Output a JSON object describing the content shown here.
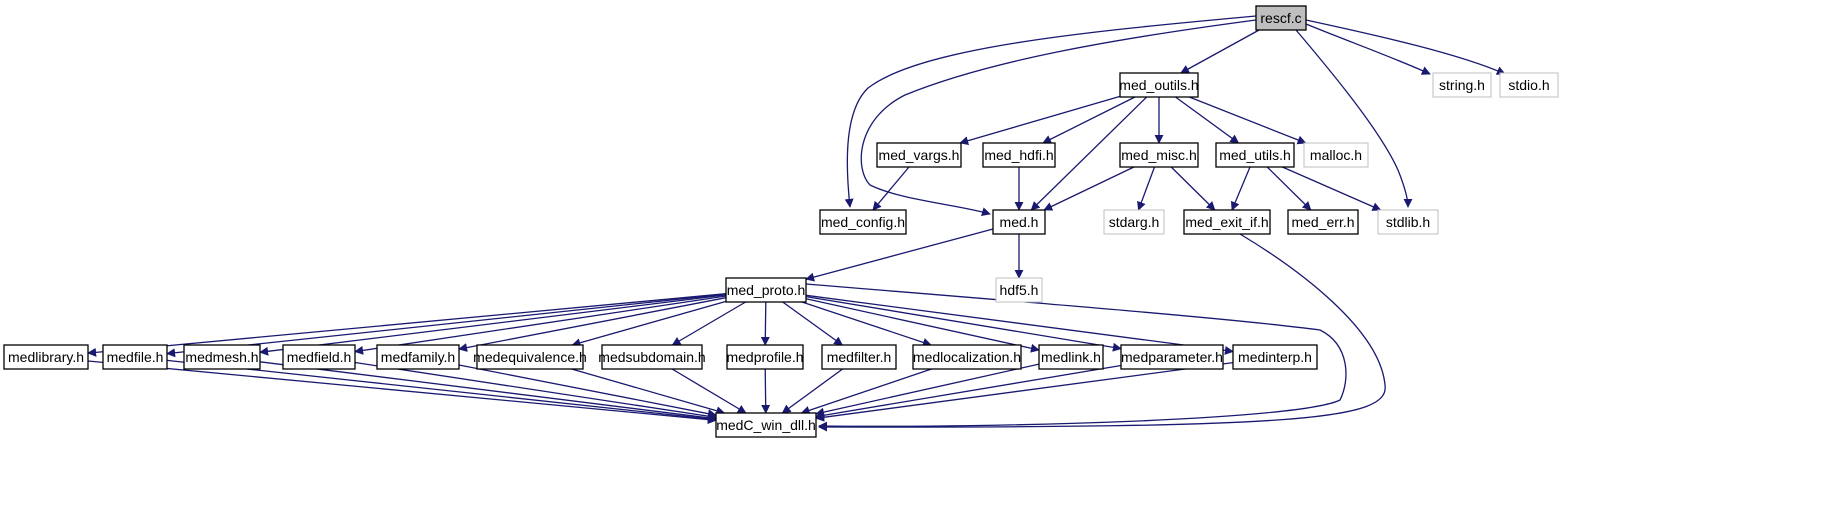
{
  "graph": {
    "edge_color": "#191970",
    "root_fill": "#bfbfbf",
    "external_border": "#bfbfbf",
    "nodes": [
      {
        "id": "rescf_c",
        "label": "rescf.c",
        "kind": "root"
      },
      {
        "id": "med_outils_h",
        "label": "med_outils.h",
        "kind": "local"
      },
      {
        "id": "string_h",
        "label": "string.h",
        "kind": "system"
      },
      {
        "id": "stdio_h",
        "label": "stdio.h",
        "kind": "system"
      },
      {
        "id": "med_vargs_h",
        "label": "med_vargs.h",
        "kind": "local"
      },
      {
        "id": "med_hdfi_h",
        "label": "med_hdfi.h",
        "kind": "local"
      },
      {
        "id": "med_misc_h",
        "label": "med_misc.h",
        "kind": "local"
      },
      {
        "id": "med_utils_h",
        "label": "med_utils.h",
        "kind": "local"
      },
      {
        "id": "malloc_h",
        "label": "malloc.h",
        "kind": "system"
      },
      {
        "id": "med_config_h",
        "label": "med_config.h",
        "kind": "local"
      },
      {
        "id": "med_h",
        "label": "med.h",
        "kind": "local"
      },
      {
        "id": "stdarg_h",
        "label": "stdarg.h",
        "kind": "system"
      },
      {
        "id": "med_exit_if_h",
        "label": "med_exit_if.h",
        "kind": "local"
      },
      {
        "id": "med_err_h",
        "label": "med_err.h",
        "kind": "local"
      },
      {
        "id": "stdlib_h",
        "label": "stdlib.h",
        "kind": "system"
      },
      {
        "id": "hdf5_h",
        "label": "hdf5.h",
        "kind": "system"
      },
      {
        "id": "med_proto_h",
        "label": "med_proto.h",
        "kind": "local"
      },
      {
        "id": "medlibrary_h",
        "label": "medlibrary.h",
        "kind": "local"
      },
      {
        "id": "medfile_h",
        "label": "medfile.h",
        "kind": "local"
      },
      {
        "id": "medmesh_h",
        "label": "medmesh.h",
        "kind": "local"
      },
      {
        "id": "medfield_h",
        "label": "medfield.h",
        "kind": "local"
      },
      {
        "id": "medfamily_h",
        "label": "medfamily.h",
        "kind": "local"
      },
      {
        "id": "medequivalence_h",
        "label": "medequivalence.h",
        "kind": "local"
      },
      {
        "id": "medsubdomain_h",
        "label": "medsubdomain.h",
        "kind": "local"
      },
      {
        "id": "medprofile_h",
        "label": "medprofile.h",
        "kind": "local"
      },
      {
        "id": "medfilter_h",
        "label": "medfilter.h",
        "kind": "local"
      },
      {
        "id": "medlocalization_h",
        "label": "medlocalization.h",
        "kind": "local"
      },
      {
        "id": "medlink_h",
        "label": "medlink.h",
        "kind": "local"
      },
      {
        "id": "medparameter_h",
        "label": "medparameter.h",
        "kind": "local"
      },
      {
        "id": "medinterp_h",
        "label": "medinterp.h",
        "kind": "local"
      },
      {
        "id": "medC_win_dll_h",
        "label": "medC_win_dll.h",
        "kind": "local"
      }
    ],
    "edges": [
      {
        "from": "rescf_c",
        "to": "med_outils_h"
      },
      {
        "from": "rescf_c",
        "to": "string_h"
      },
      {
        "from": "rescf_c",
        "to": "stdio_h"
      },
      {
        "from": "rescf_c",
        "to": "med_config_h"
      },
      {
        "from": "rescf_c",
        "to": "med_h"
      },
      {
        "from": "rescf_c",
        "to": "stdlib_h"
      },
      {
        "from": "med_outils_h",
        "to": "med_vargs_h"
      },
      {
        "from": "med_outils_h",
        "to": "med_hdfi_h"
      },
      {
        "from": "med_outils_h",
        "to": "med_misc_h"
      },
      {
        "from": "med_outils_h",
        "to": "med_utils_h"
      },
      {
        "from": "med_outils_h",
        "to": "malloc_h"
      },
      {
        "from": "med_outils_h",
        "to": "med_h"
      },
      {
        "from": "med_vargs_h",
        "to": "med_config_h"
      },
      {
        "from": "med_hdfi_h",
        "to": "med_h"
      },
      {
        "from": "med_misc_h",
        "to": "med_h"
      },
      {
        "from": "med_misc_h",
        "to": "stdarg_h"
      },
      {
        "from": "med_misc_h",
        "to": "med_exit_if_h"
      },
      {
        "from": "med_utils_h",
        "to": "med_exit_if_h"
      },
      {
        "from": "med_utils_h",
        "to": "med_err_h"
      },
      {
        "from": "med_utils_h",
        "to": "stdlib_h"
      },
      {
        "from": "med_h",
        "to": "hdf5_h"
      },
      {
        "from": "med_h",
        "to": "med_proto_h"
      },
      {
        "from": "med_exit_if_h",
        "to": "medC_win_dll_h"
      },
      {
        "from": "med_proto_h",
        "to": "medlibrary_h"
      },
      {
        "from": "med_proto_h",
        "to": "medfile_h"
      },
      {
        "from": "med_proto_h",
        "to": "medmesh_h"
      },
      {
        "from": "med_proto_h",
        "to": "medfield_h"
      },
      {
        "from": "med_proto_h",
        "to": "medfamily_h"
      },
      {
        "from": "med_proto_h",
        "to": "medequivalence_h"
      },
      {
        "from": "med_proto_h",
        "to": "medsubdomain_h"
      },
      {
        "from": "med_proto_h",
        "to": "medprofile_h"
      },
      {
        "from": "med_proto_h",
        "to": "medfilter_h"
      },
      {
        "from": "med_proto_h",
        "to": "medlocalization_h"
      },
      {
        "from": "med_proto_h",
        "to": "medlink_h"
      },
      {
        "from": "med_proto_h",
        "to": "medparameter_h"
      },
      {
        "from": "med_proto_h",
        "to": "medinterp_h"
      },
      {
        "from": "med_proto_h",
        "to": "medC_win_dll_h"
      },
      {
        "from": "medlibrary_h",
        "to": "medC_win_dll_h"
      },
      {
        "from": "medfile_h",
        "to": "medC_win_dll_h"
      },
      {
        "from": "medmesh_h",
        "to": "medC_win_dll_h"
      },
      {
        "from": "medfield_h",
        "to": "medC_win_dll_h"
      },
      {
        "from": "medfamily_h",
        "to": "medC_win_dll_h"
      },
      {
        "from": "medequivalence_h",
        "to": "medC_win_dll_h"
      },
      {
        "from": "medsubdomain_h",
        "to": "medC_win_dll_h"
      },
      {
        "from": "medprofile_h",
        "to": "medC_win_dll_h"
      },
      {
        "from": "medfilter_h",
        "to": "medC_win_dll_h"
      },
      {
        "from": "medlocalization_h",
        "to": "medC_win_dll_h"
      },
      {
        "from": "medlink_h",
        "to": "medC_win_dll_h"
      },
      {
        "from": "medparameter_h",
        "to": "medC_win_dll_h"
      },
      {
        "from": "medinterp_h",
        "to": "medC_win_dll_h"
      }
    ]
  }
}
